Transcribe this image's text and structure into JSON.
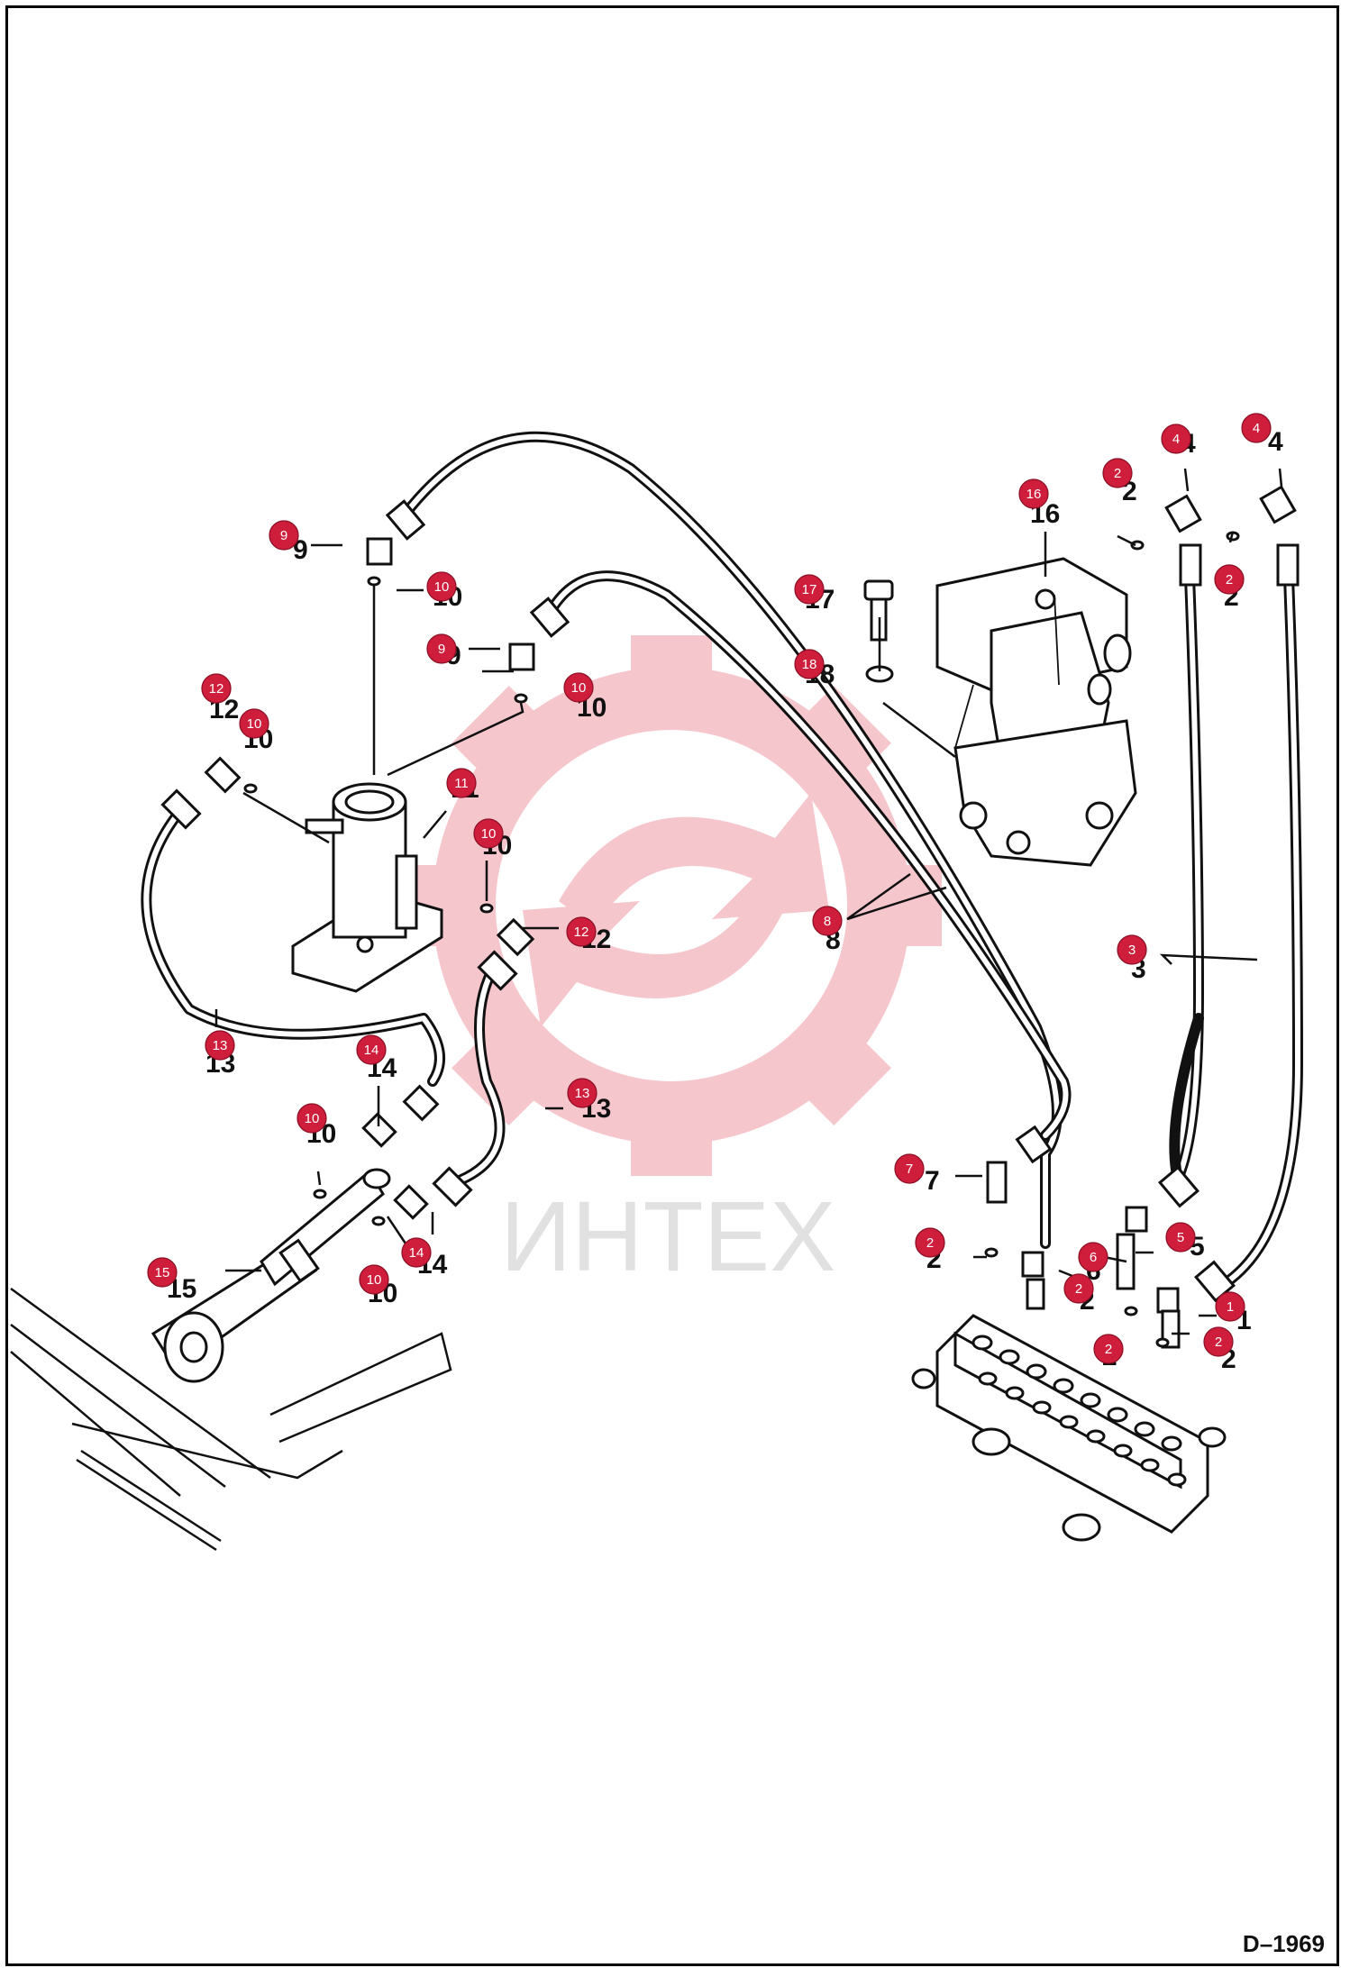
{
  "drawing_number": "D–1969",
  "watermark": {
    "text": "ИНТЕХ",
    "color": "#f3b3bd"
  },
  "callout_color": "#cf1d3c",
  "callouts": [
    {
      "label": "1"
    },
    {
      "label": "2"
    },
    {
      "label": "2"
    },
    {
      "label": "2"
    },
    {
      "label": "2"
    },
    {
      "label": "2"
    },
    {
      "label": "2"
    },
    {
      "label": "3"
    },
    {
      "label": "4"
    },
    {
      "label": "4"
    },
    {
      "label": "5"
    },
    {
      "label": "6"
    },
    {
      "label": "7"
    },
    {
      "label": "8"
    },
    {
      "label": "9"
    },
    {
      "label": "9"
    },
    {
      "label": "10"
    },
    {
      "label": "10"
    },
    {
      "label": "10"
    },
    {
      "label": "10"
    },
    {
      "label": "10"
    },
    {
      "label": "10"
    },
    {
      "label": "11"
    },
    {
      "label": "12"
    },
    {
      "label": "12"
    },
    {
      "label": "13"
    },
    {
      "label": "13"
    },
    {
      "label": "14"
    },
    {
      "label": "14"
    },
    {
      "label": "15"
    },
    {
      "label": "16"
    },
    {
      "label": "17"
    },
    {
      "label": "18"
    }
  ],
  "part_numbers": [
    {
      "label": "9"
    },
    {
      "label": "10"
    },
    {
      "label": "9"
    },
    {
      "label": "10"
    },
    {
      "label": "12"
    },
    {
      "label": "10"
    },
    {
      "label": "11"
    },
    {
      "label": "10"
    },
    {
      "label": "12"
    },
    {
      "label": "8"
    },
    {
      "label": "13"
    },
    {
      "label": "14"
    },
    {
      "label": "10"
    },
    {
      "label": "13"
    },
    {
      "label": "14"
    },
    {
      "label": "15"
    },
    {
      "label": "10"
    },
    {
      "label": "16"
    },
    {
      "label": "2"
    },
    {
      "label": "4"
    },
    {
      "label": "4"
    },
    {
      "label": "2"
    },
    {
      "label": "17"
    },
    {
      "label": "18"
    },
    {
      "label": "3"
    },
    {
      "label": "7"
    },
    {
      "label": "2"
    },
    {
      "label": "6"
    },
    {
      "label": "2"
    },
    {
      "label": "5"
    },
    {
      "label": "1"
    },
    {
      "label": "2"
    },
    {
      "label": "2"
    }
  ]
}
